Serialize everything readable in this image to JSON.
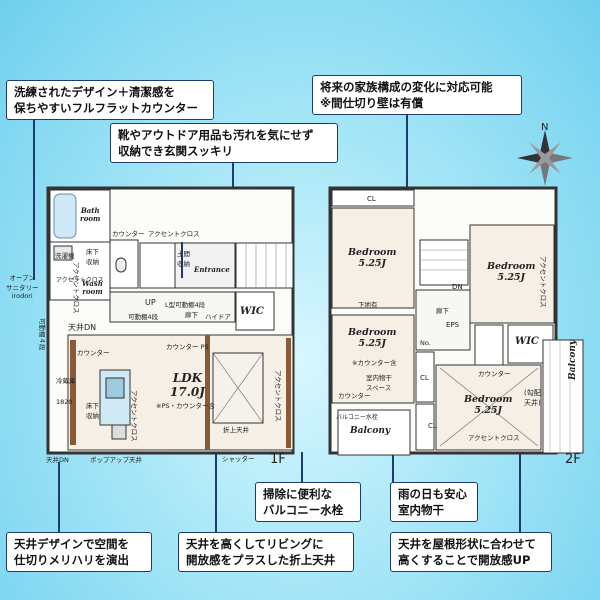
{
  "callouts": {
    "counter": [
      "洗練されたデザイン＋清潔感を",
      "保ちやすいフルフラットカウンター"
    ],
    "entrance": [
      "靴やアウトドア用品も汚れを気にせず",
      "収納でき玄関スッキリ"
    ],
    "partition": [
      "将来の家族構成の変化に対応可能",
      "※間仕切り壁は有償"
    ],
    "ceiling_design": [
      "天井デザインで空間を",
      "仕切りメリハリを演出"
    ],
    "folded_ceiling": [
      "天井を高くしてリビングに",
      "開放感をプラスした折上天井"
    ],
    "balcony_faucet": [
      "掃除に便利な",
      "バルコニー水栓"
    ],
    "indoor_drying": [
      "雨の日も安心",
      "室内物干"
    ],
    "roof_ceiling": [
      "天井を屋根形状に合わせて",
      "高くすることで開放感UP"
    ]
  },
  "compass": "N",
  "floor1": {
    "floor_label": "1F",
    "rooms": {
      "bath": [
        "Bath",
        "room"
      ],
      "wash": [
        "Wash",
        "room"
      ],
      "entrance": "Entrance",
      "wic": "WIC",
      "ldk": [
        "LDK",
        "17.0J"
      ]
    },
    "labels": {
      "counter_top": "カウンター",
      "accent_cross_top": "アクセントクロス",
      "laundry": "洗濯機",
      "floor_storage": [
        "床下",
        "収納"
      ],
      "accent_cross_wash": "アクセントクロス",
      "shoe_storage": [
        "土間",
        "収納"
      ],
      "l_shelf": "L型可動棚4段",
      "corridor": "廊下",
      "movable_shelf": "可動棚4段",
      "up": "UP",
      "hide_door": "ハイドア",
      "ceiling_dn": "天井DN",
      "counter_left": "カウンター",
      "counter_ps": "カウンター PS",
      "fridge": "冷蔵庫",
      "num_1820": "1820",
      "floor_storage2": [
        "床下",
        "収納"
      ],
      "accent_cross_ldk": "アクセントクロス",
      "ps_counter": "※PS・カウンター含",
      "accent_cross_right": "アクセントクロス",
      "accent_cross_left": "アクセントクロス",
      "folded_ceiling": "折上天井",
      "shutter": "シャッター",
      "ceiling_dn_bottom": "天井DN",
      "popup_ceiling": "ポップアップ天井",
      "movable_shelf_side": "可動棚４段",
      "open_sanitary": [
        "オープン",
        "サニタリー",
        "irodori"
      ]
    }
  },
  "floor2": {
    "floor_label": "2F",
    "rooms": {
      "bed1": [
        "Bedroom",
        "5.25J"
      ],
      "bed2": [
        "Bedroom",
        "5.25J"
      ],
      "bed3": [
        "Bedroom",
        "5.25J"
      ],
      "bed4": [
        "Bedroom",
        "5.25J"
      ],
      "wic": "WIC",
      "balcony_left": "Balcony",
      "balcony_right": "Balcony"
    },
    "labels": {
      "cl_top": "CL",
      "cl_mid": "CL",
      "cl_low": "CL",
      "dn": "DN",
      "under_floor": "下地有",
      "corridor": "廊下",
      "eps": "EPS",
      "no": "No.",
      "counter_incl": "※カウンター含",
      "indoor_drying": [
        "室内物干",
        "スペース"
      ],
      "counter_left": "カウンター",
      "balcony_faucet": "バルコニー水栓",
      "counter_right": "カウンター",
      "accent_cross_right": "アクセントクロス",
      "accent_cross_bottom": "アクセントクロス",
      "sloped_ceiling": [
        "(勾配",
        "天井)"
      ]
    }
  }
}
